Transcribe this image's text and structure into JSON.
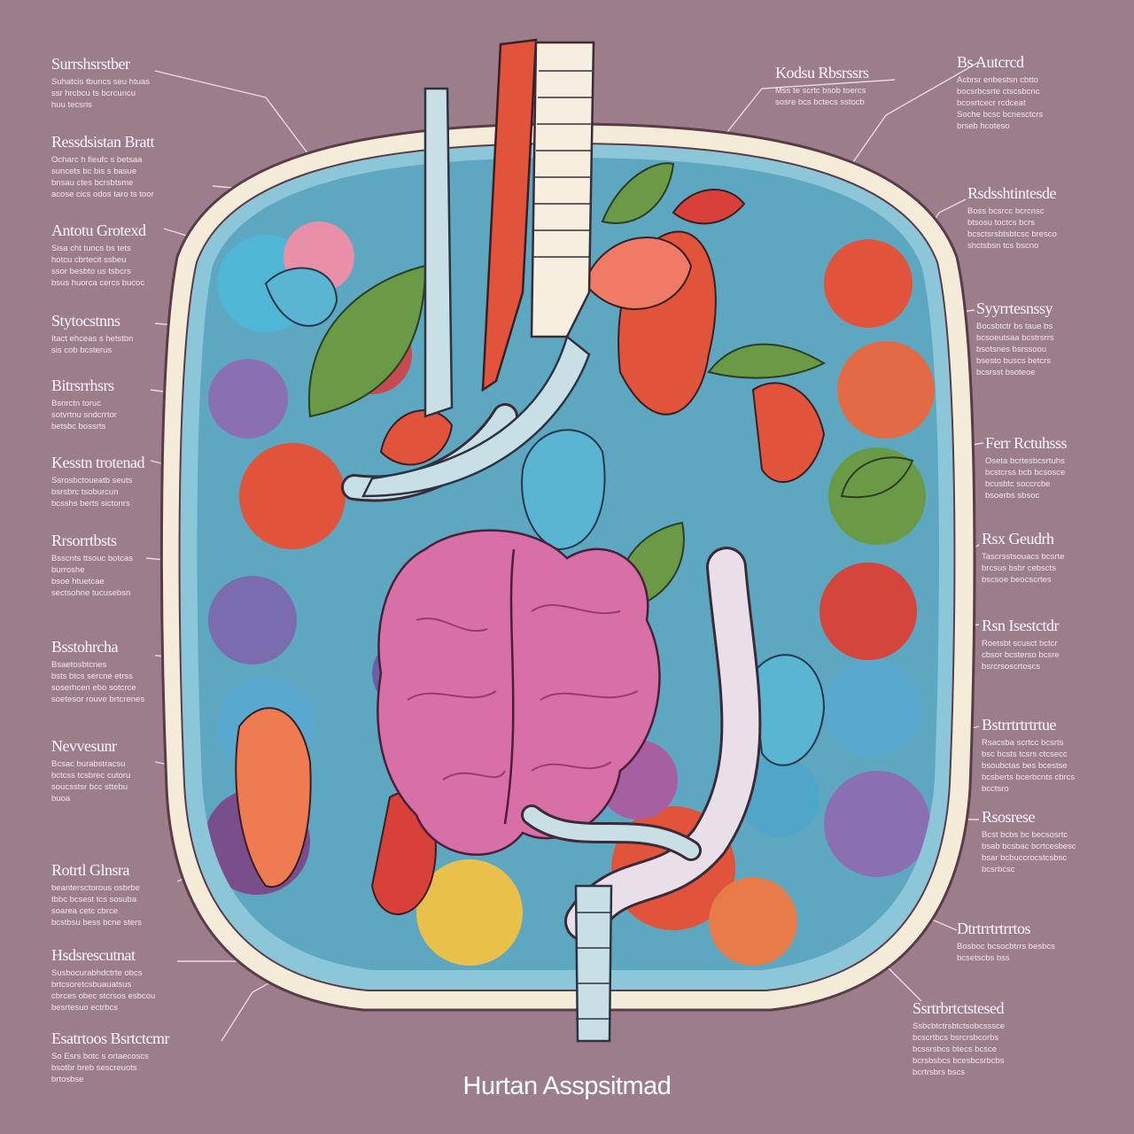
{
  "caption": "Hurtan Asspsitmad",
  "colors": {
    "background": "#9b7d8b",
    "frame": "#f4ebd8",
    "cavity": "#5ea7c0",
    "brain_pink": "#d86fa6",
    "organ_red": "#e2533c",
    "organ_green": "#6a9a45",
    "organ_blue": "#5ab5d3",
    "tube": "#c9dfe6"
  },
  "labels_left": [
    {
      "title": "Surrshsrstber",
      "text": "Suhatcis tbuncs seu htuas\nssr hrcbcu ts bcrcuncu\nhuu tecsris"
    },
    {
      "title": "Ressdsistan Bratt",
      "text": "Ocharc h fieufc s betsaa\nsuncets bc bis s basue\nbnsau ctes bcrsbtsme\nacose cics odos taro ts toor"
    },
    {
      "title": "Antotu Grotexd",
      "text": "Sisa cht tuncs bs tets\nhotcu cbrtecit ssbeu\nssor besbto us tsbcrs\nbsus huorca cercs bucoc"
    },
    {
      "title": "Stytocstnns",
      "text": "Itact ehceas s hetstbn\nsis cob bcsterus"
    },
    {
      "title": "Bitrsrrhsrs",
      "text": "Bsnrctn toruc\nsotvrtnu sndcrrtor\nbetsbc bossrts"
    },
    {
      "title": "Kesstn trotenad",
      "text": "Ssrosbctoueatb seuts\nbsrsbrc tsoburcun\nbcsshs berts sictonrs"
    },
    {
      "title": "Rrsorrtbsts",
      "text": "Bsscnts ttsouc botcas\nburroshe\nbsoe htuetcae\nsectsohne tucusebsn"
    },
    {
      "title": "Bsstohrcha",
      "text": "Bsaetosbtcnes\nbsts btcs sercne etrss\nsoserhcen ebo sotcrce\nsoetesor rouve brtcrenes"
    },
    {
      "title": "Nevvesunr",
      "text": "Bcsac burabstracsu\nbctcss tcsbrec cutoru\nsoucsstsr bcc sttebu\nbuoa"
    },
    {
      "title": "Rotrtl Glnsra",
      "text": "beantersctorous osbrbe\ntbbc bcsest tcs sosuba\nsoarea cetc cbrce\nbcstbsu bess bcne sters"
    },
    {
      "title": "Hsdsrescutnat",
      "text": "Susbocurabhdctrte obcs\nbrtcsoretcsbuauatsus\ncbrces obec stcrsos esbcou\nbesrtesuo ectrbcs"
    },
    {
      "title": "Esatrtoos Bsrtctcmr",
      "text": "So Esrs botc s ortaecoscs\nbsotbr breb sescreuots\nbrtosbse"
    }
  ],
  "labels_right": [
    {
      "title": "Kodsu Rbsrssrs",
      "text": "Mss te scrtc bsob toercs\nsosre bcs bctecs sstocb"
    },
    {
      "title": "Bs Autcrcd",
      "text": "Acbrsr enbestsn cbtto\nbocsrbcsrte ctscsbcnc\nbcosrtcecr rcdceat\nSoche bcsc bcnesctcrs\nbrseb hcoteso"
    },
    {
      "title": "Rsdsshtintesde",
      "text": "Boss bcsrcc bcrcnsc\nbtsosu toctcs bcrs\nbcsctsrsbtsbtcsc bresco\nshctsbsn tcs bscno"
    },
    {
      "title": "Syyrrtesnssy",
      "text": "Bocsbtctr bs taue bs\nbcsoeutsaa bcstrsrrs\nbsotsnes bsrssoou\nbsesto buscs betcrs\nbcsrsst bsoteoe"
    },
    {
      "title": "Ferr Rctuhsss",
      "text": "Oseta bcrtesbcsrtuhs\nbcstcrss bcb bcsosce\nbcusbtc soccrcbe\nbsoerbs sbsoc"
    },
    {
      "title": "Rsx Geudrh",
      "text": "Tascrsstsouacs bcsrte\nbrcsus bsbr cebscts\nbscsoe beocscrtes"
    },
    {
      "title": "Rsn Isestctdr",
      "text": "Roetsbt scusct bctcr\ncbsor bcsterso bcsre\nbsrcrsoscrtoscs"
    },
    {
      "title": "Bstrrtrtrtrtue",
      "text": "Rsacsba scrtcc bcsrts\nbsc bcsts tcsrs ctcsecc\nbsoubctas bes bcestse\nbcsberts bcerbcnts cbrcs\nbcctsro"
    },
    {
      "title": "Rsosrese",
      "text": "Bcst bcbs bc becsosrtc\nbsab bcsbac bcrtcesbesc\nbsar bcbuccrocstcsbsc\nbcsrbcsc"
    },
    {
      "title": "Dtrtrrtrtrrtos",
      "text": "Bosboc bcsocbtrrs besbcs\nbcsetscbs bss"
    },
    {
      "title": "Ssrtrbrtctstesed",
      "text": "Ssbcbtctrsbtctsobcsssce\nbcscrtbcs bsrcrsbcorbs\nbcssrsbcs btecs bcsce\nbcrsbsbcs bcesbcsrbcbs\nbcrtrsbrs bscs"
    }
  ]
}
